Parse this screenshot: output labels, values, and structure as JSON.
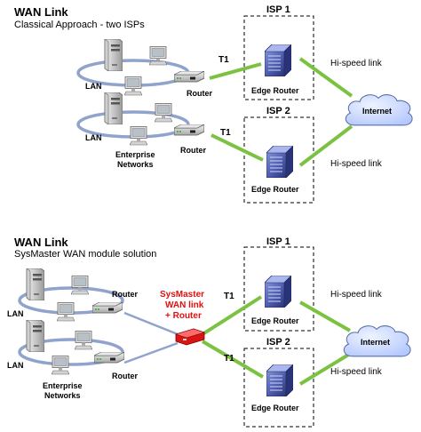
{
  "top": {
    "title": "WAN Link",
    "subtitle": "Classical Approach - two ISPs",
    "isp1_label": "ISP 1",
    "isp2_label": "ISP 2",
    "edge_router_label_1": "Edge Router",
    "edge_router_label_2": "Edge Router",
    "lan_label_1": "LAN",
    "lan_label_2": "LAN",
    "router_label_1": "Router",
    "router_label_2": "Router",
    "t1_label_1": "T1",
    "t1_label_2": "T1",
    "enterprise_line1": "Enterprise",
    "enterprise_line2": "Networks",
    "internet_label": "Internet",
    "hispeed_label_1": "Hi-speed link",
    "hispeed_label_2": "Hi-speed link"
  },
  "bottom": {
    "title": "WAN Link",
    "subtitle": "SysMaster WAN module solution",
    "isp1_label": "ISP 1",
    "isp2_label": "ISP 2",
    "edge_router_label_1": "Edge Router",
    "edge_router_label_2": "Edge Router",
    "lan_label_1": "LAN",
    "lan_label_2": "LAN",
    "router_label_1": "Router",
    "router_label_2": "Router",
    "t1_label_1": "T1",
    "t1_label_2": "T1",
    "sysmaster_line1": "SysMaster",
    "sysmaster_line2": "WAN link",
    "sysmaster_line3": "+ Router",
    "enterprise_line1": "Enterprise",
    "enterprise_line2": "Networks",
    "internet_label": "Internet",
    "hispeed_label_1": "Hi-speed link",
    "hispeed_label_2": "Hi-speed link"
  },
  "colors": {
    "link_green": "#7cc242",
    "ring_blue": "#8fa3cc",
    "server_blue": "#4a58a8",
    "cloud_blue": "#c4d6ff",
    "sysmaster_red": "#e01010"
  },
  "icons": {
    "server": "server-tower-icon",
    "workstation": "workstation-icon",
    "router": "router-box-icon",
    "edge_router": "edge-router-icon",
    "cloud": "internet-cloud-icon",
    "sysmaster": "sysmaster-device-icon"
  }
}
